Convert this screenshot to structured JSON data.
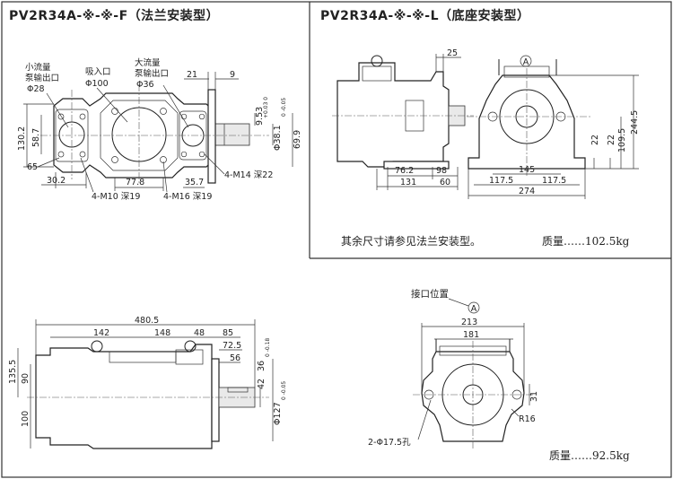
{
  "titles": {
    "flange": "PV2R34A-※-※-F（法兰安装型）",
    "foot": "PV2R34A-※-※-L（底座安装型）"
  },
  "flange_view": {
    "small_port_label_1": "小流量",
    "small_port_label_2": "泵输出口",
    "small_port_dia": "Φ28",
    "suction_label": "吸入口",
    "suction_dia": "Φ100",
    "large_port_label_1": "大流量",
    "large_port_label_2": "泵输出口",
    "large_port_dia": "Φ36",
    "dim_21": "21",
    "dim_9": "9",
    "dim_130_2": "130.2",
    "dim_58_7": "58.7",
    "dim_65": "65",
    "dim_30_2": "30.2",
    "dim_77_8": "77.8",
    "dim_35_7": "35.7",
    "dim_9_53": "9.53",
    "dim_9_53_tol": "+0.03 0",
    "dim_38_1": "Φ38.1",
    "dim_38_1_tol": "0 -0.05",
    "dim_69_9": "69.9",
    "bolt_m10": "4-M10 深19",
    "bolt_m16": "4-M16 深19",
    "bolt_m14": "4-M14 深22"
  },
  "foot_view": {
    "dim_25": "25",
    "marker_a": "A",
    "dim_76_2": "76.2",
    "dim_98": "98",
    "dim_131": "131",
    "dim_60": "60",
    "dim_145": "145",
    "dim_117_5_left": "117.5",
    "dim_117_5_right": "117.5",
    "dim_274": "274",
    "dim_22_a": "22",
    "dim_22_b": "22",
    "dim_109_5": "109.5",
    "dim_244_5": "244.5",
    "note": "其余尺寸请参见法兰安装型。",
    "weight": "质量……102.5kg"
  },
  "side_view": {
    "dim_480_5": "480.5",
    "dim_142": "142",
    "dim_148": "148",
    "dim_48": "48",
    "dim_85": "85",
    "dim_72_5": "72.5",
    "dim_56": "56",
    "dim_135_5": "135.5",
    "dim_90": "90",
    "dim_100": "100",
    "dim_42": "42",
    "dim_36": "36",
    "dim_36_tol": "0 -0.18",
    "dim_127": "Φ127",
    "dim_127_tol": "0 -0.05"
  },
  "end_view": {
    "port_position": "接口位置",
    "marker_a": "A",
    "dim_213": "213",
    "dim_181": "181",
    "dim_31": "31",
    "dim_r16": "R16",
    "holes": "2-Φ17.5孔",
    "weight": "质量……92.5kg"
  }
}
